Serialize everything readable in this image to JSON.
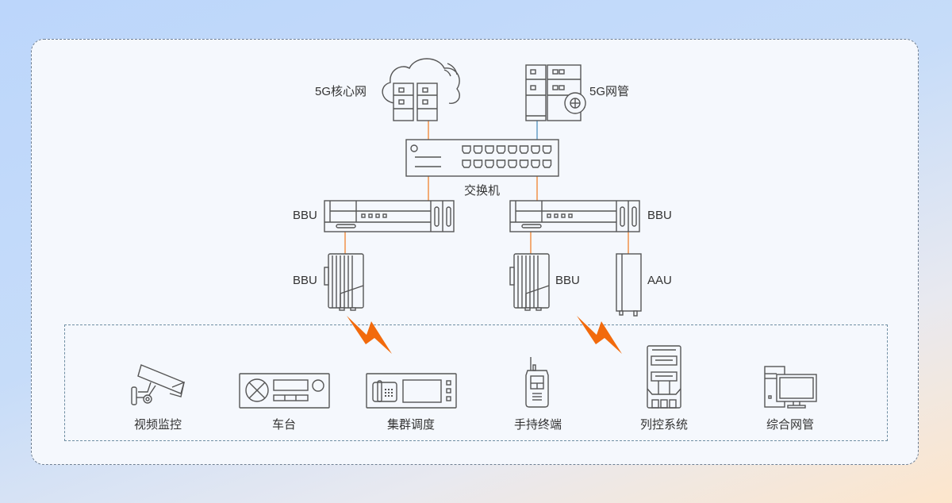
{
  "colors": {
    "link_orange": "#f08a3c",
    "link_blue": "#5b98c2",
    "bolt": "#f26a0c",
    "stroke": "#555555"
  },
  "nodes": {
    "core_network": "5G核心网",
    "network_mgmt": "5G网管",
    "switch": "交换机",
    "bbu_left": "BBU",
    "bbu_right": "BBU",
    "rru_left": "BBU",
    "rru_right": "BBU",
    "aau": "AAU"
  },
  "terminals": [
    {
      "label": "视频监控",
      "icon": "cctv-camera-icon"
    },
    {
      "label": "车台",
      "icon": "vehicle-radio-icon"
    },
    {
      "label": "集群调度",
      "icon": "dispatch-console-icon"
    },
    {
      "label": "手持终端",
      "icon": "handheld-radio-icon"
    },
    {
      "label": "列控系统",
      "icon": "train-control-cabinet-icon"
    },
    {
      "label": "综合网管",
      "icon": "desktop-computer-icon"
    }
  ]
}
